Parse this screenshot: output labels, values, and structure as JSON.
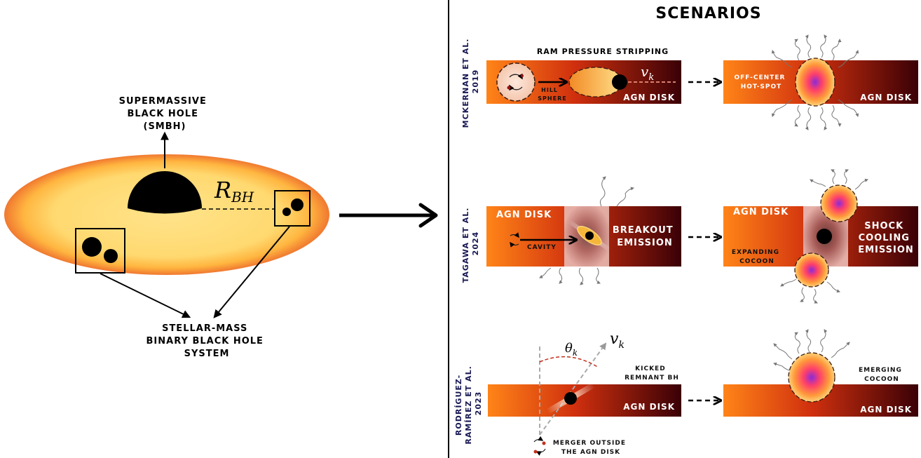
{
  "overview": {
    "smbh_label": [
      "SUPERMASSIVE",
      "BLACK HOLE",
      "(SMBH)"
    ],
    "radius_symbol": "R",
    "radius_subscript": "BH",
    "binary_label": [
      "STELLAR-MASS",
      "BINARY BLACK HOLE",
      "SYSTEM"
    ]
  },
  "scenarios_title": "SCENARIOS",
  "scenarios": [
    {
      "ref": [
        "MCKERNAN ET AL.",
        "2019"
      ],
      "title": "RAM PRESSURE STRIPPING",
      "left": {
        "hill": [
          "HILL",
          "SPHERE"
        ],
        "vk_symbol": "v",
        "vk_sub": "k",
        "disk": "AGN DISK"
      },
      "right": {
        "note": [
          "OFF-CENTER",
          "HOT-SPOT"
        ],
        "disk": "AGN DISK"
      }
    },
    {
      "ref": [
        "TAGAWA ET AL.",
        "2024"
      ],
      "left": {
        "disk": "AGN DISK",
        "cavity": "CAVITY",
        "emission": [
          "BREAKOUT",
          "EMISSION"
        ]
      },
      "right": {
        "disk": "AGN DISK",
        "cocoon": [
          "EXPANDING",
          "COCOON"
        ],
        "emission": [
          "SHOCK",
          "COOLING",
          "EMISSION"
        ]
      }
    },
    {
      "ref": [
        "RODRÍGUEZ-",
        "RAMÍREZ ET AL.",
        "2023"
      ],
      "left": {
        "theta_symbol": "θ",
        "theta_sub": "k",
        "vk_symbol": "v",
        "vk_sub": "k",
        "kicked": [
          "KICKED",
          "REMNANT BH"
        ],
        "disk": "AGN DISK",
        "merger": [
          "MERGER OUTSIDE",
          "THE AGN DISK"
        ]
      },
      "right": {
        "cocoon": [
          "EMERGING",
          "COCOON"
        ],
        "disk": "AGN DISK"
      }
    }
  ]
}
